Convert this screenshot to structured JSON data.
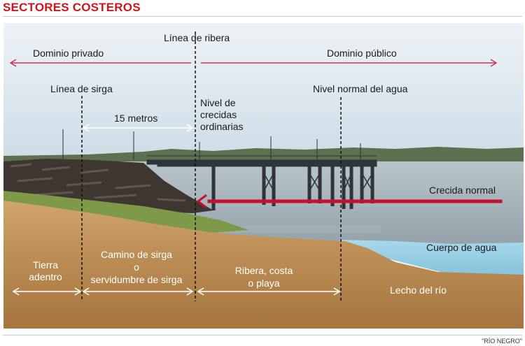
{
  "header": {
    "title": "SECTORES COSTEROS"
  },
  "labels": {
    "linea_ribera": "Línea de ribera",
    "dominio_privado": "Dominio privado",
    "dominio_publico": "Dominio público",
    "linea_sirga": "Línea de sirga",
    "nivel_normal": "Nivel normal del agua",
    "quince_metros": "15 metros",
    "nivel_crecidas": [
      "Nivel de",
      "crecidas",
      "ordinarias"
    ],
    "crecida_normal": "Crecida normal",
    "cuerpo_agua": "Cuerpo de agua",
    "tierra_adentro": [
      "Tierra",
      "adentro"
    ],
    "camino_sirga": [
      "Camino de sirga",
      "o",
      "servidumbre de sirga"
    ],
    "ribera_costa": [
      "Ribera, costa",
      "o playa"
    ],
    "lecho_rio": "Lecho del río"
  },
  "colors": {
    "title": "#d0141c",
    "arrow_red": "#c8102e",
    "soil": "#b98a52",
    "water_body": "#9fd3e8",
    "sky": "#dfeaf1"
  },
  "credit": "\"RÍO NEGRO\""
}
